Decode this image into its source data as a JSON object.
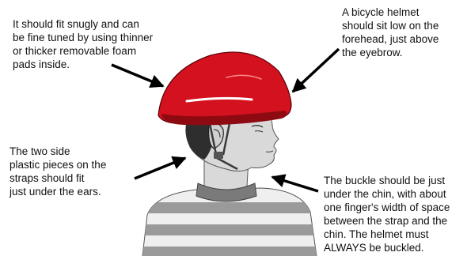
{
  "diagram": {
    "annotations": {
      "foam_pads": "It should fit snugly and can\nbe fine tuned by using thinner\nor thicker removable foam\npads inside.",
      "forehead": "A bicycle helmet\nshould sit low on the\nforehead, just above\nthe eyebrow.",
      "side_straps": "The two side\nplastic pieces on the\nstraps should fit\njust under the ears.",
      "buckle": "The buckle should  be just\nunder the chin, with about\none finger's width of space\nbetween the strap and the\nchin. The helmet must\nALWAYS be buckled."
    },
    "colors": {
      "helmet": "#d4111e",
      "helmet_shadow": "#8e0a12",
      "skin": "#d9d9d9",
      "hair": "#2e2e2e",
      "neck_band": "#7a7a7a",
      "shirt_stripe": "#9a9a9a",
      "arrow": "#000000"
    }
  }
}
